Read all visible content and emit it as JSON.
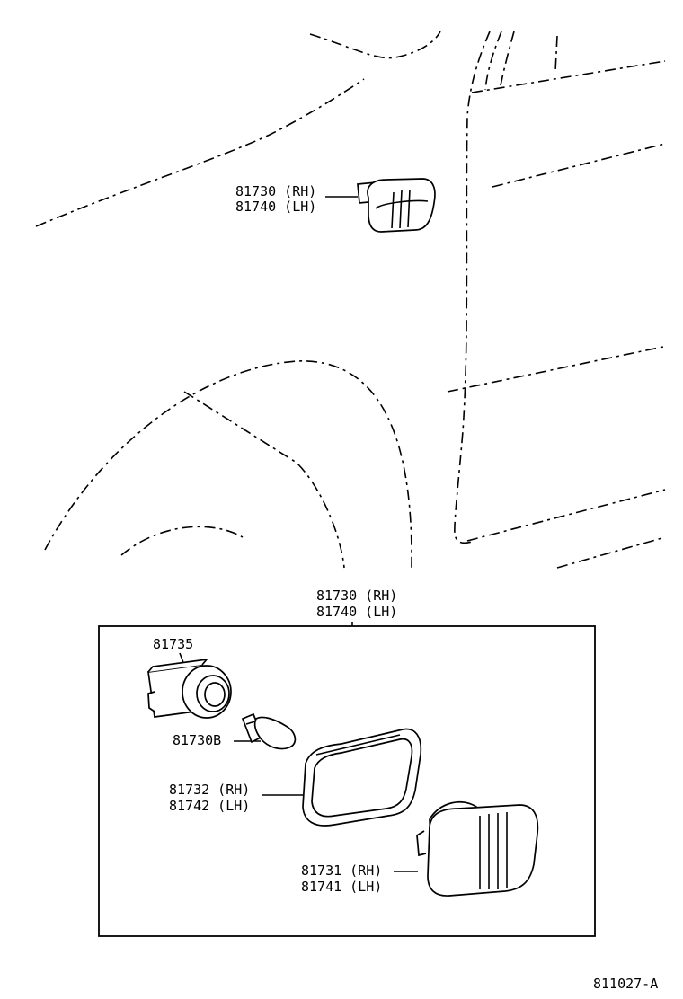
{
  "labels": {
    "top_part": {
      "line1": "81730 (RH)",
      "line2": "81740 (LH)"
    },
    "assembly": {
      "line1": "81730 (RH)",
      "line2": "81740 (LH)"
    },
    "socket": "81735",
    "bulb": "81730B",
    "gasket": {
      "line1": "81732 (RH)",
      "line2": "81742 (LH)"
    },
    "lens": {
      "line1": "81731 (RH)",
      "line2": "81741 (LH)"
    },
    "figure_code": "811027-A"
  }
}
